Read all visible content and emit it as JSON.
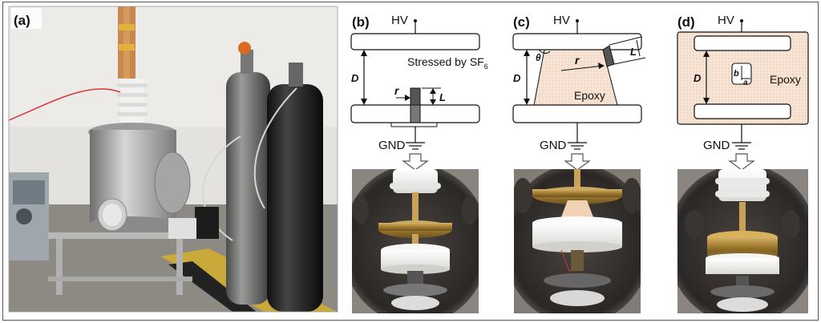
{
  "panels": {
    "a": {
      "label": "(a)"
    },
    "b": {
      "label": "(b)",
      "hv": "HV",
      "gnd": "GND",
      "gap": "D",
      "radius": "r",
      "length": "L",
      "medium_prefix": "Stressed by SF",
      "medium_sub": "6"
    },
    "c": {
      "label": "(c)",
      "hv": "HV",
      "gnd": "GND",
      "gap": "D",
      "radius": "r",
      "length": "L",
      "angle": "θ",
      "material": "Epoxy"
    },
    "d": {
      "label": "(d)",
      "hv": "HV",
      "gnd": "GND",
      "gap": "D",
      "dim_b": "b",
      "dim_a": "a",
      "material": "Epoxy"
    }
  },
  "colors": {
    "epoxy": "#f3dccb",
    "electrode": "#ffffff",
    "brass": "#b08a3a",
    "chamber": "#7a7570",
    "photo_bg": "#2a2624",
    "ptfe": "#f2f2f0"
  }
}
